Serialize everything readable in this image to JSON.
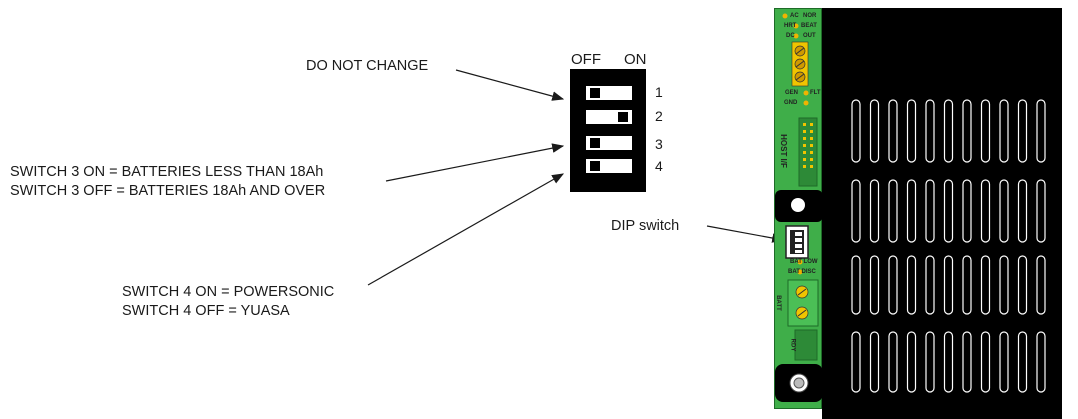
{
  "dip": {
    "header_off": "OFF",
    "header_on": "ON",
    "switches": [
      {
        "number": "1",
        "state": "OFF"
      },
      {
        "number": "2",
        "state": "ON"
      },
      {
        "number": "3",
        "state": "OFF"
      },
      {
        "number": "4",
        "state": "OFF"
      }
    ]
  },
  "annotations": {
    "do_not_change": "DO NOT CHANGE",
    "switch3_on": "SWITCH 3 ON = BATTERIES LESS THAN 18Ah",
    "switch3_off": "SWITCH 3 OFF = BATTERIES 18Ah AND OVER",
    "switch4_on": "SWITCH 4 ON = POWERSONIC",
    "switch4_off": "SWITCH 4 OFF = YUASA",
    "dip_switch": "DIP switch"
  },
  "board": {
    "label_ac": "AC",
    "label_nor": "NOR",
    "label_hrt": "HRT",
    "label_beat": "BEAT",
    "label_dc": "DC",
    "label_out": "OUT",
    "label_gen": "GEN",
    "label_gnd": "GND",
    "label_flt": "FLT",
    "label_host": "HOST I/F",
    "label_bat_low": "BAT LOW",
    "label_bat_dis": "BAT DISC",
    "label_batt": "BATT",
    "label_rdy": "RDY",
    "colors": {
      "pcb": "#3fae49",
      "heatsink": "#000000",
      "led": "#f0b400",
      "terminal": "#e0a800"
    }
  }
}
